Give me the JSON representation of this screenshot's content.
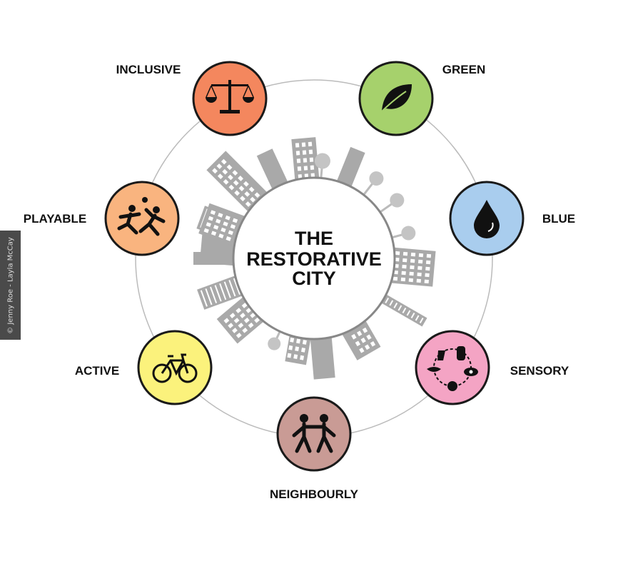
{
  "title_lines": [
    "THE",
    "RESTORATIVE",
    "CITY"
  ],
  "credit": "© Jenny Roe - Layla McCay",
  "nodes": [
    {
      "label": "INCLUSIVE",
      "icon": "scales-icon",
      "color": "#f4875e"
    },
    {
      "label": "GREEN",
      "icon": "leaf-icon",
      "color": "#a6d16c"
    },
    {
      "label": "BLUE",
      "icon": "water-drop-icon",
      "color": "#a9cdee"
    },
    {
      "label": "SENSORY",
      "icon": "senses-icon",
      "color": "#f4a4c4"
    },
    {
      "label": "NEIGHBOURLY",
      "icon": "holding-hands-icon",
      "color": "#c99b95"
    },
    {
      "label": "ACTIVE",
      "icon": "bicycle-icon",
      "color": "#fbf27c"
    },
    {
      "label": "PLAYABLE",
      "icon": "playing-children-icon",
      "color": "#f9b47f"
    }
  ],
  "colors": {
    "ring": "#bbbbbb",
    "building": "#a9a9a9",
    "tree": "#c4c4c4",
    "outline": "#1a1a1a"
  }
}
